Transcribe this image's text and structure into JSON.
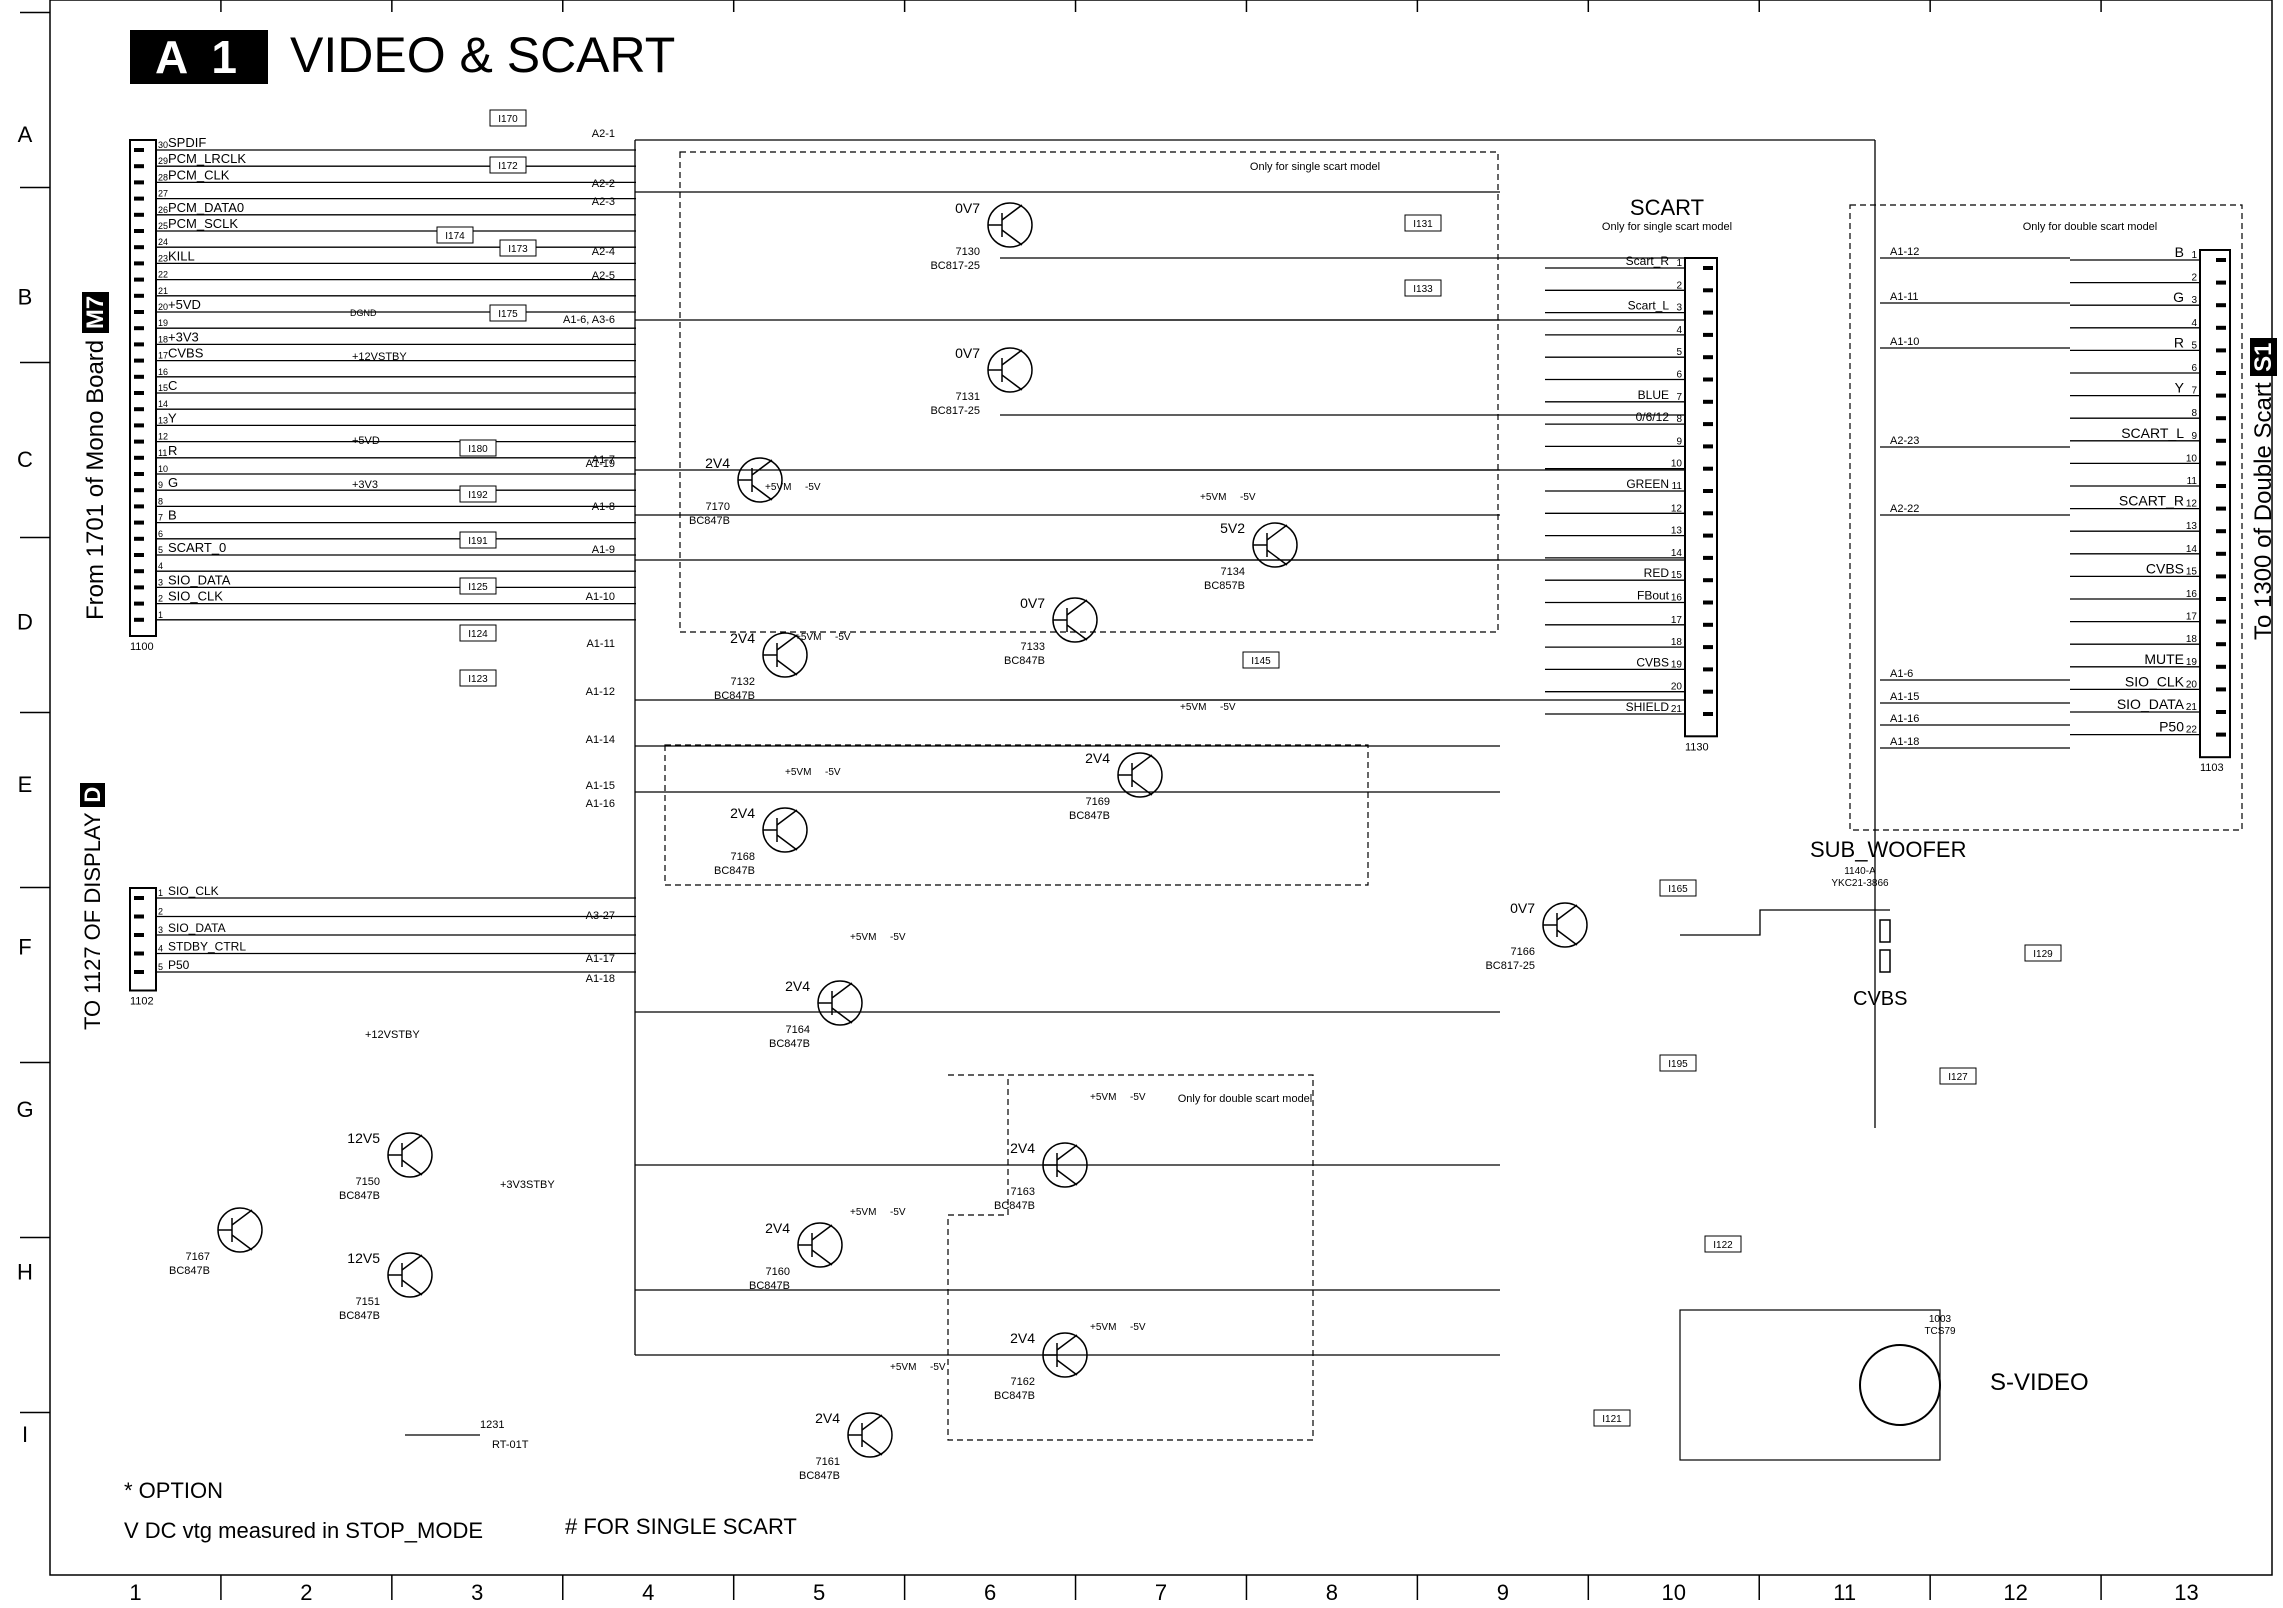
{
  "title": {
    "badge": "A 1",
    "text": "VIDEO & SCART"
  },
  "grid": {
    "rows": [
      "A",
      "B",
      "C",
      "D",
      "E",
      "F",
      "G",
      "H",
      "I"
    ],
    "cols": [
      "1",
      "2",
      "3",
      "4",
      "5",
      "6",
      "7",
      "8",
      "9",
      "10",
      "11",
      "12",
      "13"
    ]
  },
  "side_labels": {
    "left_main": "From 1701 of Mono Board",
    "left_main_badge": "M7",
    "left_display": "TO 1127 OF DISPLAY",
    "left_display_badge": "D",
    "right": "To 1300 of Double Scart",
    "right_badge": "S1"
  },
  "notes": {
    "option": "* OPTION",
    "dc": "V  DC vtg measured in STOP_MODE",
    "single": "# FOR SINGLE SCART"
  },
  "connector_1100": {
    "ref": "1100",
    "pins": [
      {
        "n": "30",
        "label": "SPDIF"
      },
      {
        "n": "29",
        "label": "PCM_LRCLK"
      },
      {
        "n": "28",
        "label": "PCM_CLK"
      },
      {
        "n": "27",
        "label": ""
      },
      {
        "n": "26",
        "label": "PCM_DATA0"
      },
      {
        "n": "25",
        "label": "PCM_SCLK"
      },
      {
        "n": "24",
        "label": ""
      },
      {
        "n": "23",
        "label": "KILL"
      },
      {
        "n": "22",
        "label": ""
      },
      {
        "n": "21",
        "label": ""
      },
      {
        "n": "20",
        "label": "+5VD"
      },
      {
        "n": "19",
        "label": ""
      },
      {
        "n": "18",
        "label": "+3V3"
      },
      {
        "n": "17",
        "label": "CVBS"
      },
      {
        "n": "16",
        "label": ""
      },
      {
        "n": "15",
        "label": "C"
      },
      {
        "n": "14",
        "label": ""
      },
      {
        "n": "13",
        "label": "Y"
      },
      {
        "n": "12",
        "label": ""
      },
      {
        "n": "11",
        "label": "R"
      },
      {
        "n": "10",
        "label": ""
      },
      {
        "n": "9",
        "label": "G"
      },
      {
        "n": "8",
        "label": ""
      },
      {
        "n": "7",
        "label": "B"
      },
      {
        "n": "6",
        "label": ""
      },
      {
        "n": "5",
        "label": "SCART_0"
      },
      {
        "n": "4",
        "label": ""
      },
      {
        "n": "3",
        "label": "SIO_DATA"
      },
      {
        "n": "2",
        "label": "SIO_CLK"
      },
      {
        "n": "1",
        "label": ""
      }
    ]
  },
  "connector_1102": {
    "ref": "1102",
    "pins": [
      {
        "n": "1",
        "label": "SIO_CLK"
      },
      {
        "n": "2",
        "label": ""
      },
      {
        "n": "3",
        "label": "SIO_DATA"
      },
      {
        "n": "4",
        "label": "STDBY_CTRL"
      },
      {
        "n": "5",
        "label": "P50"
      }
    ]
  },
  "connector_1130": {
    "ref": "1130",
    "title": "SCART",
    "subtitle": "Only for single scart model",
    "pins": [
      {
        "n": "1",
        "label": "Scart_R"
      },
      {
        "n": "2",
        "label": ""
      },
      {
        "n": "3",
        "label": "Scart_L"
      },
      {
        "n": "4",
        "label": ""
      },
      {
        "n": "5",
        "label": ""
      },
      {
        "n": "6",
        "label": ""
      },
      {
        "n": "7",
        "label": "BLUE"
      },
      {
        "n": "8",
        "label": "0/6/12"
      },
      {
        "n": "9",
        "label": ""
      },
      {
        "n": "10",
        "label": ""
      },
      {
        "n": "11",
        "label": "GREEN"
      },
      {
        "n": "12",
        "label": ""
      },
      {
        "n": "13",
        "label": ""
      },
      {
        "n": "14",
        "label": ""
      },
      {
        "n": "15",
        "label": "RED"
      },
      {
        "n": "16",
        "label": "FBout"
      },
      {
        "n": "17",
        "label": ""
      },
      {
        "n": "18",
        "label": ""
      },
      {
        "n": "19",
        "label": "CVBS"
      },
      {
        "n": "20",
        "label": ""
      },
      {
        "n": "21",
        "label": "SHIELD"
      }
    ]
  },
  "connector_1103": {
    "ref": "1103",
    "subtitle": "Only for double scart model",
    "pins": [
      {
        "n": "1",
        "label": "B"
      },
      {
        "n": "2",
        "label": ""
      },
      {
        "n": "3",
        "label": "G"
      },
      {
        "n": "4",
        "label": ""
      },
      {
        "n": "5",
        "label": "R"
      },
      {
        "n": "6",
        "label": ""
      },
      {
        "n": "7",
        "label": "Y"
      },
      {
        "n": "8",
        "label": ""
      },
      {
        "n": "9",
        "label": "SCART_L"
      },
      {
        "n": "10",
        "label": ""
      },
      {
        "n": "11",
        "label": ""
      },
      {
        "n": "12",
        "label": "SCART_R"
      },
      {
        "n": "13",
        "label": ""
      },
      {
        "n": "14",
        "label": ""
      },
      {
        "n": "15",
        "label": "CVBS"
      },
      {
        "n": "16",
        "label": ""
      },
      {
        "n": "17",
        "label": ""
      },
      {
        "n": "18",
        "label": ""
      },
      {
        "n": "19",
        "label": "MUTE"
      },
      {
        "n": "20",
        "label": "SIO_CLK"
      },
      {
        "n": "21",
        "label": "SIO_DATA"
      },
      {
        "n": "22",
        "label": "P50"
      }
    ]
  },
  "blocks": {
    "single_scart_note": "Only for single scart model",
    "double_scart_note": "Only for double scart model",
    "sub_woofer": "SUB_WOOFER",
    "sub_woofer_ref": "1140-A",
    "sub_woofer_part": "YKC21-3866",
    "cvbs_out": "CVBS",
    "svideo": "S-VIDEO",
    "svideo_ref": "1003",
    "svideo_part": "TCS79",
    "rt": "1231",
    "rt_part": "RT-01T"
  },
  "nets": {
    "left": [
      {
        "label": "A2-1"
      },
      {
        "label": "A2-2"
      },
      {
        "label": "A2-3"
      },
      {
        "label": "A2-4"
      },
      {
        "label": "A2-5"
      },
      {
        "label": "A1-6, A3-6"
      },
      {
        "label": "A1-19"
      },
      {
        "label": "A1-7"
      },
      {
        "label": "A1-8"
      },
      {
        "label": "A1-9"
      },
      {
        "label": "A1-10"
      },
      {
        "label": "A1-11"
      },
      {
        "label": "A1-12"
      },
      {
        "label": "A1-14"
      },
      {
        "label": "A1-15"
      },
      {
        "label": "A1-16"
      },
      {
        "label": "A3-27"
      },
      {
        "label": "A1-17"
      },
      {
        "label": "A1-18"
      }
    ],
    "right": [
      {
        "label": "A1-12"
      },
      {
        "label": "A1-11"
      },
      {
        "label": "A1-10"
      },
      {
        "label": "A2-23"
      },
      {
        "label": "A2-22"
      },
      {
        "label": "A1-6"
      },
      {
        "label": "A1-15"
      },
      {
        "label": "A1-16"
      },
      {
        "label": "A1-18"
      }
    ],
    "tags": [
      "I170",
      "I172",
      "I174",
      "I173",
      "I175",
      "I180",
      "I192",
      "I191",
      "I125",
      "I124",
      "I123",
      "I131",
      "I133",
      "I145",
      "I165",
      "I195",
      "I127",
      "I129",
      "I122",
      "I121"
    ]
  },
  "power_labels": {
    "vstby": "+12VSTBY",
    "v5vd": "+5VD",
    "v3v3": "+3V3",
    "v5vm": "+5VM",
    "vneg5": "-5V",
    "v3v3stby": "+3V3STBY",
    "dgnd": "DGND"
  },
  "transistors": [
    {
      "ref": "7130",
      "type": "BC817-25",
      "v": "0V7"
    },
    {
      "ref": "7131",
      "type": "BC817-25",
      "v": "0V7"
    },
    {
      "ref": "7170",
      "type": "BC847B",
      "v": "2V4"
    },
    {
      "ref": "7134",
      "type": "BC857B",
      "v": "5V2"
    },
    {
      "ref": "7133",
      "type": "BC847B",
      "v": "0V7"
    },
    {
      "ref": "7132",
      "type": "BC847B",
      "v": "2V4"
    },
    {
      "ref": "7169",
      "type": "BC847B",
      "v": "2V4"
    },
    {
      "ref": "7168",
      "type": "BC847B",
      "v": "2V4"
    },
    {
      "ref": "7166",
      "type": "BC817-25",
      "v": "0V7"
    },
    {
      "ref": "7164",
      "type": "BC847B",
      "v": "2V4"
    },
    {
      "ref": "7150",
      "type": "BC847B",
      "v": "12V5"
    },
    {
      "ref": "7151",
      "type": "BC847B",
      "v": "12V5"
    },
    {
      "ref": "7167",
      "type": "BC847B",
      "v": ""
    },
    {
      "ref": "7163",
      "type": "BC847B",
      "v": "2V4"
    },
    {
      "ref": "7160",
      "type": "BC847B",
      "v": "2V4"
    },
    {
      "ref": "7162",
      "type": "BC847B",
      "v": "2V4"
    },
    {
      "ref": "7161",
      "type": "BC847B",
      "v": "2V4"
    }
  ]
}
